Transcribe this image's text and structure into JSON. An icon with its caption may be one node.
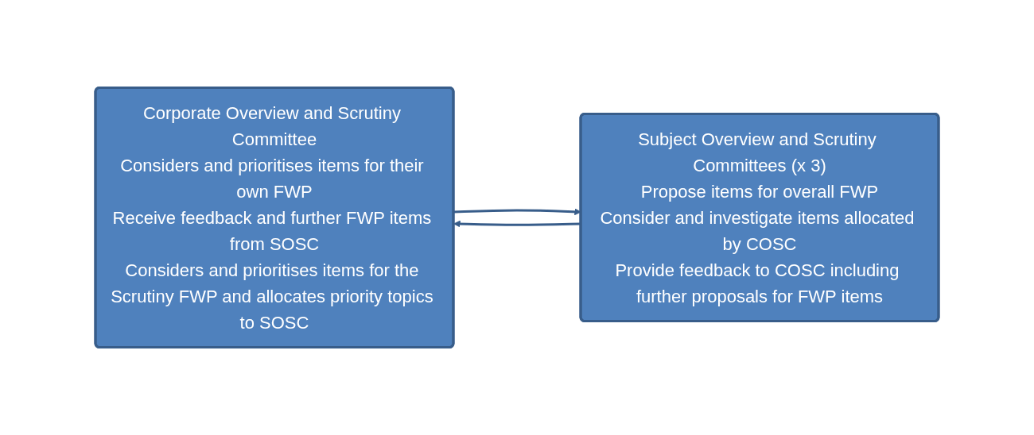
{
  "diagram": {
    "nodes": [
      {
        "text": [
          "Corporate Overview and Scrutiny Committee",
          "Considers and prioritises items for their own FWP",
          "Receive feedback and further FWP items from SOSC",
          "Considers and prioritises items for the Scrutiny FWP and allocates priority topics to SOSC"
        ]
      },
      {
        "text": [
          "Subject Overview and Scrutiny Committees (x 3)",
          "Propose items for overall FWP",
          "Consider and investigate items allocated by COSC",
          "Provide feedback to COSC including further proposals for FWP items"
        ]
      }
    ],
    "edges": [
      {
        "from": 0,
        "to": 1,
        "arrow": "to"
      },
      {
        "from": 1,
        "to": 0,
        "arrow": "to"
      }
    ]
  }
}
